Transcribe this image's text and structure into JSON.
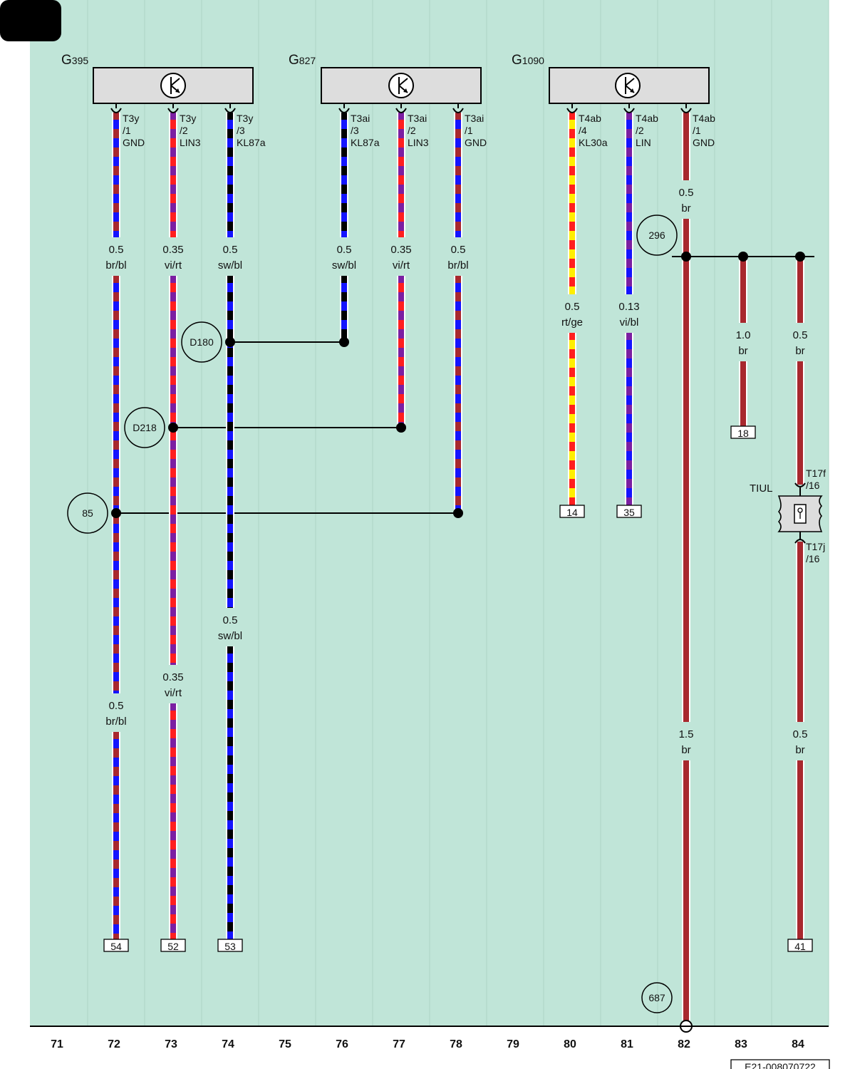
{
  "colors": {
    "background": "#c0e5d8",
    "grid": "#abd3c5",
    "br": "#a8282e",
    "bl": "#1414ff",
    "vi": "#7b1fa2",
    "rt": "#ff1f1f",
    "sw": "#000000",
    "ge": "#ffee00",
    "component_fill": "#dddddd"
  },
  "page_label": "",
  "drawing_id": "E21-008070722",
  "components": [
    {
      "name_main": "G",
      "name_sub": "395",
      "symbol": "sensor-icon"
    },
    {
      "name_main": "G",
      "name_sub": "827",
      "symbol": "sensor-icon"
    },
    {
      "name_main": "G",
      "name_sub": "1090",
      "symbol": "sensor-icon"
    }
  ],
  "pins": [
    {
      "col": 72,
      "lines": [
        "T3y",
        "/1",
        "GND"
      ]
    },
    {
      "col": 73,
      "lines": [
        "T3y",
        "/2",
        "LIN3"
      ]
    },
    {
      "col": 74,
      "lines": [
        "T3y",
        "/3",
        "KL87a"
      ]
    },
    {
      "col": 76,
      "lines": [
        "T3ai",
        "/3",
        "KL87a"
      ]
    },
    {
      "col": 77,
      "lines": [
        "T3ai",
        "/2",
        "LIN3"
      ]
    },
    {
      "col": 78,
      "lines": [
        "T3ai",
        "/1",
        "GND"
      ]
    },
    {
      "col": 80,
      "lines": [
        "T4ab",
        "/4",
        "KL30a"
      ]
    },
    {
      "col": 81,
      "lines": [
        "T4ab",
        "/2",
        "LIN"
      ]
    },
    {
      "col": 82,
      "lines": [
        "T4ab",
        "/1",
        "GND"
      ]
    }
  ],
  "wire_labels": [
    {
      "col": 72,
      "size": "0.5",
      "color": "br/bl",
      "row": 1
    },
    {
      "col": 73,
      "size": "0.35",
      "color": "vi/rt",
      "row": 1
    },
    {
      "col": 74,
      "size": "0.5",
      "color": "sw/bl",
      "row": 1
    },
    {
      "col": 76,
      "size": "0.5",
      "color": "sw/bl",
      "row": 1
    },
    {
      "col": 77,
      "size": "0.35",
      "color": "vi/rt",
      "row": 1
    },
    {
      "col": 78,
      "size": "0.5",
      "color": "br/bl",
      "row": 1
    },
    {
      "col": 80,
      "size": "0.5",
      "color": "rt/ge",
      "row": 2
    },
    {
      "col": 81,
      "size": "0.13",
      "color": "vi/bl",
      "row": 2
    },
    {
      "col": 82,
      "size": "0.5",
      "color": "br",
      "row": 0
    },
    {
      "col": 83,
      "size": "1.0",
      "color": "br",
      "row": 3
    },
    {
      "col": 84,
      "size": "0.5",
      "color": "br",
      "row": 3
    },
    {
      "col": 74,
      "size": "0.5",
      "color": "sw/bl",
      "row": 4
    },
    {
      "col": 73,
      "size": "0.35",
      "color": "vi/rt",
      "row": 5
    },
    {
      "col": 72,
      "size": "0.5",
      "color": "br/bl",
      "row": 6
    },
    {
      "col": 82,
      "size": "1.5",
      "color": "br",
      "row": 7
    },
    {
      "col": 84,
      "size": "0.5",
      "color": "br",
      "row": 7
    }
  ],
  "splice_labels": [
    "296",
    "D180",
    "D218",
    "85",
    "687"
  ],
  "terminals": [
    {
      "col": 72,
      "label": "54"
    },
    {
      "col": 73,
      "label": "52"
    },
    {
      "col": 74,
      "label": "53"
    },
    {
      "col": 80,
      "label": "14"
    },
    {
      "col": 81,
      "label": "35"
    },
    {
      "col": 83,
      "label": "18"
    },
    {
      "col": 84,
      "label": "41"
    }
  ],
  "connector": {
    "name": "TIUL",
    "top_pin": [
      "T17f",
      "/16"
    ],
    "bottom_pin": [
      "T17j",
      "/16"
    ],
    "symbol": "fuse-icon"
  },
  "columns": [
    "71",
    "72",
    "73",
    "74",
    "75",
    "76",
    "77",
    "78",
    "79",
    "80",
    "81",
    "82",
    "83",
    "84"
  ]
}
